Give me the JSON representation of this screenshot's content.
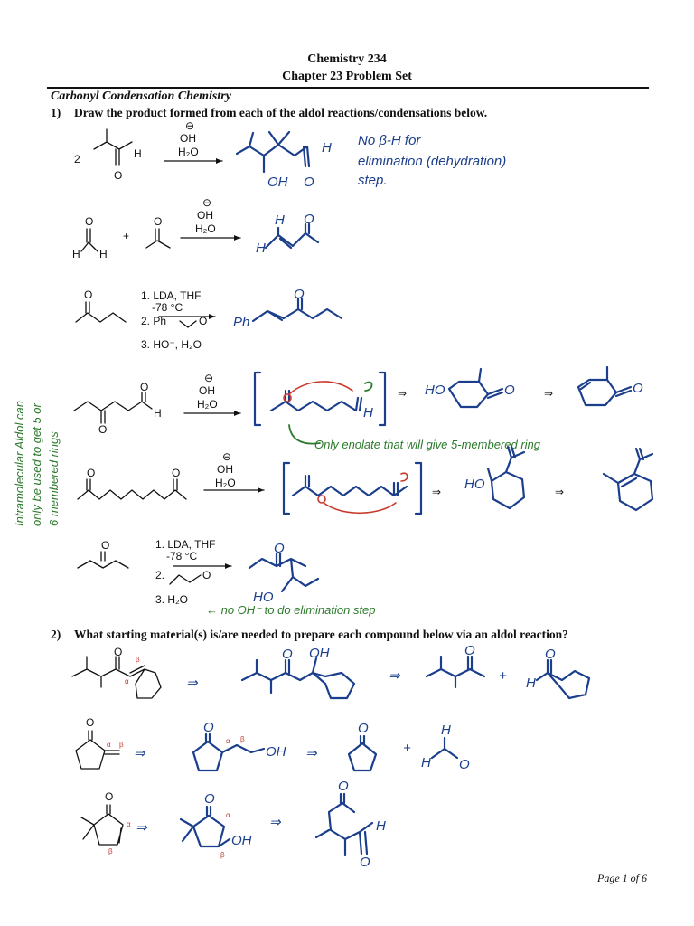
{
  "header": {
    "course": "Chemistry 234",
    "subtitle": "Chapter 23 Problem Set"
  },
  "section_title": "Carbonyl Condensation Chemistry",
  "q1": {
    "number": "1)",
    "text": "Draw the product formed from each of the aldol reactions/condensations below."
  },
  "q2": {
    "number": "2)",
    "text": "What starting material(s) is/are needed to prepare each compound below via an aldol reaction?"
  },
  "reagents": {
    "hydroxide": "OH",
    "water": "H₂O",
    "neg_charge": "⊖",
    "coefficient_2": "2",
    "plus": "+",
    "lda": "1. LDA, THF",
    "temp": "-78 °C",
    "step2_ph": "2. Ph",
    "step2": "2.",
    "step3_ho": "3. HO⁻, H₂O",
    "step3_h2o": "3. H₂O",
    "atom_O": "O",
    "atom_H": "H",
    "atom_OH": "OH",
    "atom_HO": "HO"
  },
  "annotations": {
    "no_beta_h_1": "No β-H for",
    "no_beta_h_2": "elimination (dehydration)",
    "no_beta_h_3": "step.",
    "enolate_note": "Only enolate that will give 5-membered ring",
    "intramolecular_1": "Intramolecular Aldol can",
    "intramolecular_2": "only be used to get 5 or",
    "intramolecular_3": "6 membered rings",
    "no_oh": "← no OH⁻ to do elimination step",
    "ph_label": "Ph",
    "retro_arrow": "⇒",
    "alpha": "α",
    "beta": "β"
  },
  "footer": {
    "page": "Page 1 of 6"
  },
  "colors": {
    "handwriting_blue": "#1b3f8c",
    "handwriting_green": "#2c7a2c",
    "handwriting_red": "#c8392b",
    "print_black": "#111111"
  }
}
